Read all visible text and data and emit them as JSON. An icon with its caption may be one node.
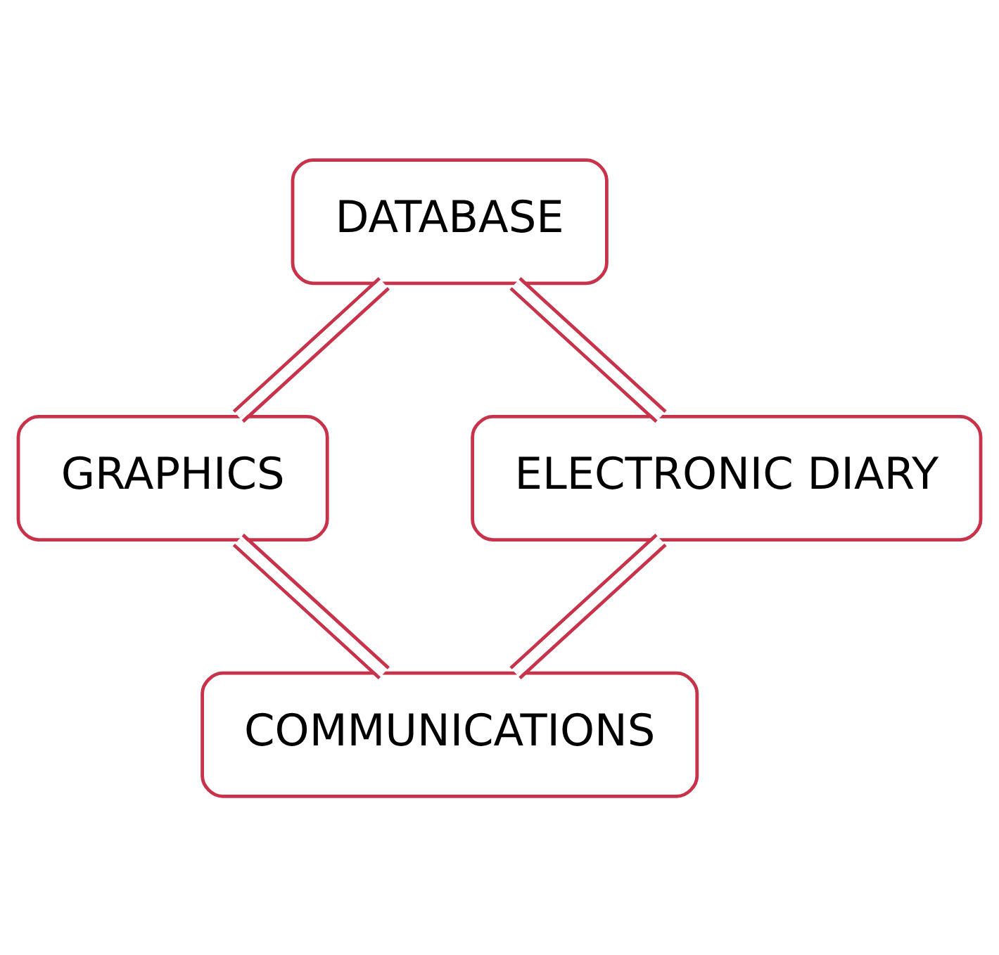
{
  "diagram": {
    "nodes": [
      {
        "text": [
          "DATABASE"
        ]
      },
      {
        "text": [
          "GRAPHICS"
        ]
      },
      {
        "text": [
          "ELECTRONIC DIARY"
        ]
      },
      {
        "text": [
          "COMMUNICATIONS"
        ]
      }
    ],
    "edges": [
      {
        "from": 0,
        "to": 1,
        "arrow": "none"
      },
      {
        "from": 0,
        "to": 2,
        "arrow": "none"
      },
      {
        "from": 1,
        "to": 3,
        "arrow": "none"
      },
      {
        "from": 2,
        "to": 3,
        "arrow": "none"
      }
    ]
  }
}
